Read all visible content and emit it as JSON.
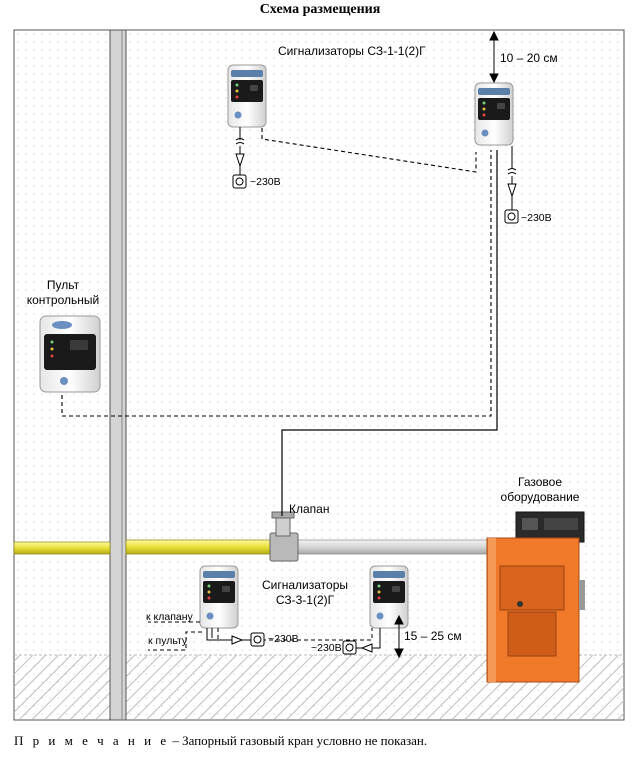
{
  "title": "Схема размещения",
  "labels": {
    "sensors_top": "Сигнализаторы СЗ-1-1(2)Г",
    "distance_top": "10 – 20 см",
    "power_230_a": "~230В",
    "power_230_b": "~230В",
    "power_230_c": "~230В",
    "power_230_d": "~230В",
    "panel_line1": "Пульт",
    "panel_line2": "контрольный",
    "valve": "Клапан",
    "gas_equipment_line1": "Газовое",
    "gas_equipment_line2": "оборудование",
    "sensors_bottom_line1": "Сигнализаторы",
    "sensors_bottom_line2": "СЗ-3-1(2)Г",
    "to_valve": "к клапану",
    "to_panel": "к пульту",
    "distance_bottom": "15 – 25 см"
  },
  "note": {
    "prefix": "П р и м е ч а н и е",
    "text": " – Запорный газовый кран условно не показан."
  },
  "colors": {
    "pipe": "#e8e03a",
    "pipe_gray": "#d8d8d8",
    "boiler": "#f07a2a",
    "boiler_dark": "#c85a18",
    "device_panel": "#1a1a1a",
    "wall": "#d0d0d0"
  }
}
